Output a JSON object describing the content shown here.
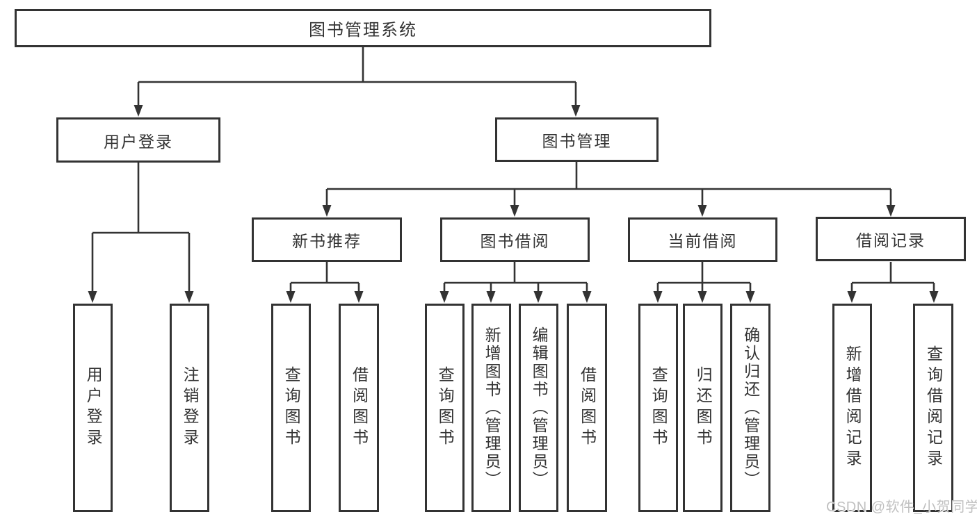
{
  "diagram": {
    "root": {
      "label": "图书管理系统"
    },
    "branches": [
      {
        "label": "用户登录",
        "leaves": [
          "用户登录",
          "注销登录"
        ]
      },
      {
        "label": "图书管理",
        "children": [
          {
            "label": "新书推荐",
            "leaves": [
              "查询图书",
              "借阅图书"
            ]
          },
          {
            "label": "图书借阅",
            "leaves": [
              "查询图书",
              "新增图书（管理员）",
              "编辑图书（管理员）",
              "借阅图书"
            ]
          },
          {
            "label": "当前借阅",
            "leaves": [
              "查询图书",
              "归还图书",
              "确认归还（管理员）"
            ]
          },
          {
            "label": "借阅记录",
            "leaves": [
              "新增借阅记录",
              "查询借阅记录"
            ]
          }
        ]
      }
    ],
    "watermark": "CSDN @软件_小贺同学",
    "colors": {
      "line": "#333333",
      "text": "#333333",
      "box_background": "#ffffff",
      "watermark": "#c0c0c0",
      "background": "#ffffff"
    }
  }
}
